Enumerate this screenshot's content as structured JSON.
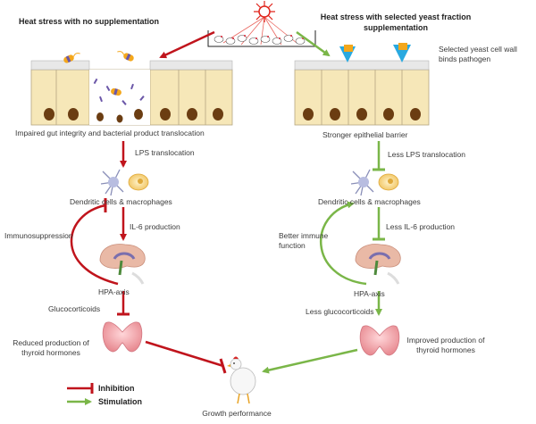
{
  "titles": {
    "left": "Heat stress with no supplementation",
    "right_line1": "Heat stress with selected yeast fraction",
    "right_line2": "supplementation"
  },
  "labels": {
    "yeast_binds_line1": "Selected yeast cell wall",
    "yeast_binds_line2": "binds pathogen",
    "impaired_gut": "Impaired gut integrity and bacterial product translocation",
    "stronger_barrier": "Stronger epithelial barrier",
    "lps_translocation": "LPS translocation",
    "less_lps": "Less LPS translocation",
    "dc_macro_left": "Dendritic cells & macrophages",
    "dc_macro_right": "Dendritic cells & macrophages",
    "il6_left": "IL-6 production",
    "less_il6": "Less IL-6 production",
    "immunosuppression": "Immunosuppression",
    "better_immune_line1": "Better immune",
    "better_immune_line2": "function",
    "hpa_left": "HPA-axis",
    "hpa_right": "HPA-axis",
    "glucocorticoids": "Glucocorticoids",
    "less_glucocorticoids": "Less glucocorticoids",
    "reduced_line1": "Reduced production of",
    "reduced_line2": "thyroid hormones",
    "improved_line1": "Improved production of",
    "improved_line2": "thyroid hormones",
    "growth": "Growth performance"
  },
  "legend": {
    "inhibition": "Inhibition",
    "stimulation": "Stimulation"
  },
  "colors": {
    "inhibition": "#c0141c",
    "stimulation": "#7ab648",
    "epithelium": "#f6e7b8",
    "nucleus": "#6b3d12",
    "heat_sun": "#e0241b",
    "yeast_wall": "#29a9e0"
  },
  "icons": {
    "sun": "heat-sun-icon",
    "chickens": "chicken-flock-icon",
    "bacterium": "bacterium-icon",
    "dendritic_cell": "dendritic-cell-icon",
    "macrophage": "macrophage-icon",
    "brain": "brain-icon",
    "thyroid": "thyroid-icon",
    "chicken": "chicken-icon",
    "yeast": "yeast-cell-wall-icon"
  }
}
